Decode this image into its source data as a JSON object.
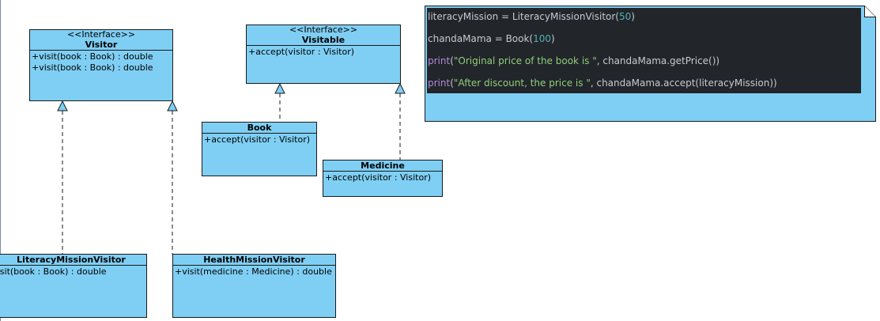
{
  "colors": {
    "class_fill": "#7fcff4",
    "border": "#1a1a1a",
    "code_bg": "#22252a",
    "note_fill": "#7fcff4"
  },
  "visitor": {
    "stereotype": "<<Interface>>",
    "name": "Visitor",
    "ops": [
      "+visit(book : Book) : double",
      "+visit(book : Book) : double"
    ]
  },
  "visitable": {
    "stereotype": "<<Interface>>",
    "name": "Visitable",
    "ops": [
      "+accept(visitor : Visitor)"
    ]
  },
  "book": {
    "name": "Book",
    "ops": [
      "+accept(visitor : Visitor)"
    ]
  },
  "medicine": {
    "name": "Medicine",
    "ops": [
      "+accept(visitor : Visitor)"
    ]
  },
  "literacy": {
    "name": "LiteracyMissionVisitor",
    "ops": [
      "+visit(book : Book) : double"
    ]
  },
  "health": {
    "name": "HealthMissionVisitor",
    "ops": [
      "+visit(medicine : Medicine) : double"
    ]
  },
  "code": {
    "l1_a": "literacyMission = LiteracyMissionVisitor(",
    "l1_num": "50",
    "l1_b": ")",
    "l2_a": "chandaMama = Book(",
    "l2_num": "100",
    "l2_b": ")",
    "l3_kw": "print",
    "l3_a": "(",
    "l3_str": "\"Original price of the book is \"",
    "l3_b": ", chandaMama.getPrice())",
    "l4_kw": "print",
    "l4_a": "(",
    "l4_str": "\"After discount, the price is \"",
    "l4_b": ", chandaMama.accept(literacyMission))"
  }
}
